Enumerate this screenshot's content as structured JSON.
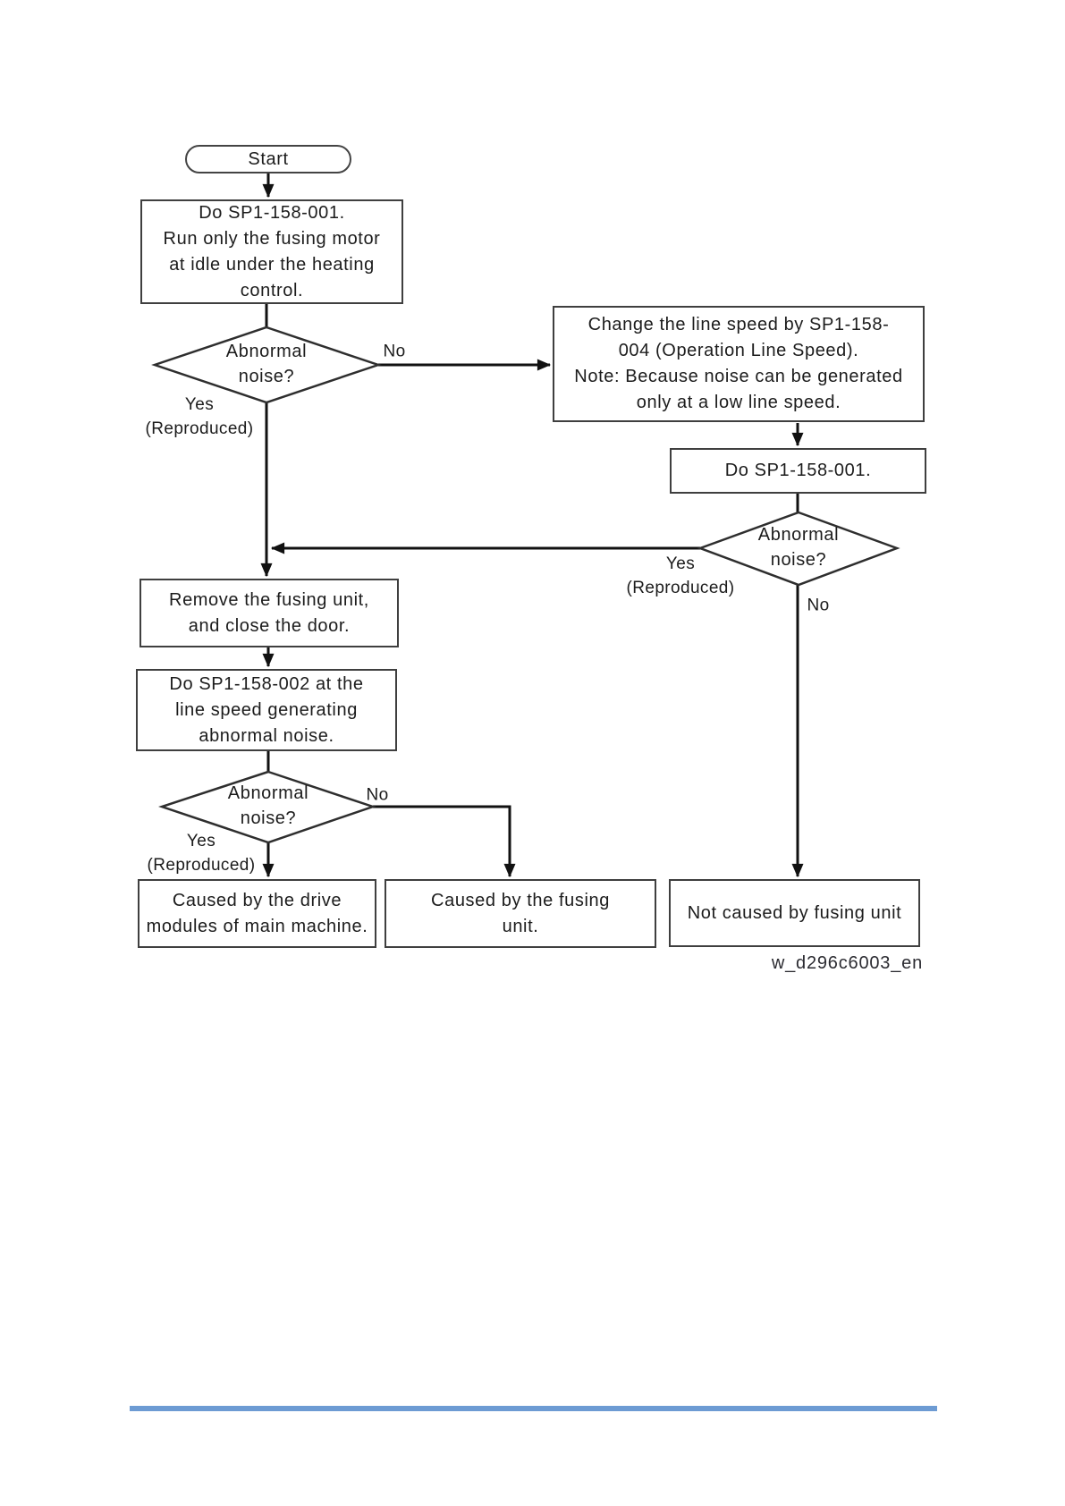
{
  "document": {
    "background_color": "#ffffff",
    "divider_color": "#6d9bd3",
    "connector_color": "#111111",
    "border_color": "#3f3f3f",
    "figure_id": "w_d296c6003_en"
  },
  "flowchart": {
    "nodes": {
      "start": {
        "label": "Start"
      },
      "run_fusing_motor": {
        "label": "Do SP1-158-001.\nRun only the fusing motor\nat idle under the heating\ncontrol."
      },
      "decision1": {
        "label": "Abnormal\nnoise?"
      },
      "change_line_speed": {
        "label": "Change the line speed by SP1-158-\n004 (Operation Line Speed).\nNote: Because noise can be generated\nonly at a low line speed."
      },
      "do_sp1_158_001": {
        "label": "Do SP1-158-001."
      },
      "decision2": {
        "label": "Abnormal\nnoise?"
      },
      "remove_fusing_unit": {
        "label": "Remove the fusing unit,\nand close the door."
      },
      "do_sp1_158_002": {
        "label": "Do SP1-158-002 at the\nline speed generating\nabnormal noise."
      },
      "decision3": {
        "label": "Abnormal\nnoise?"
      },
      "caused_by_drive": {
        "label": "Caused by the drive\nmodules of main machine."
      },
      "caused_by_fusing": {
        "label": "Caused by the fusing\nunit."
      },
      "not_caused_by_fusing": {
        "label": "Not caused by fusing unit"
      }
    },
    "edge_labels": {
      "d1_no": "No",
      "d1_yes": "Yes\n(Reproduced)",
      "d2_no": "No",
      "d2_yes": "Yes\n(Reproduced)",
      "d3_no": "No",
      "d3_yes": "Yes\n(Reproduced)"
    }
  }
}
